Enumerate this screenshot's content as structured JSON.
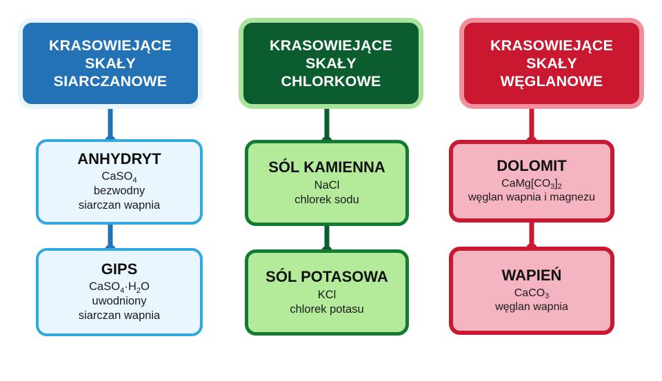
{
  "diagram": {
    "title_hidden": "",
    "columns": [
      {
        "id": "sulfate",
        "header": "KRASOWIEJĄCE SKAŁY SIARCZANOWE",
        "header_line1": "KRASOWIEJĄCE SKAŁY",
        "header_line2": "SIARCZANOWE",
        "header_color": "#2272b5",
        "header_border_color": "#eaf4fb",
        "box_fill": "#eaf6fd",
        "box_border": "#31a8e0",
        "items": [
          {
            "name": "ANHYDRYT",
            "formula_parts": [
              {
                "t": "CaSO",
                "sub": false
              },
              {
                "t": "4",
                "sub": true
              }
            ],
            "formula_text": "CaSO4",
            "desc_line1": "bezwodny",
            "desc_line2": "siarczan wapnia"
          },
          {
            "name": "GIPS",
            "formula_parts": [
              {
                "t": "CaSO",
                "sub": false
              },
              {
                "t": "4",
                "sub": true
              },
              {
                "t": "·H",
                "sub": false
              },
              {
                "t": "2",
                "sub": true
              },
              {
                "t": "O",
                "sub": false
              }
            ],
            "formula_text": "CaSO4·H2O",
            "desc_line1": "uwodniony",
            "desc_line2": "siarczan wapnia"
          }
        ]
      },
      {
        "id": "chloride",
        "header": "KRASOWIEJĄCE SKAŁY CHLORKOWE",
        "header_line1": "KRASOWIEJĄCE SKAŁY",
        "header_line2": "CHLORKOWE",
        "header_color": "#0b5c2e",
        "header_border_color": "#a9e49a",
        "box_fill": "#b4eb9a",
        "box_border": "#137a32",
        "items": [
          {
            "name": "SÓL KAMIENNA",
            "formula_parts": [
              {
                "t": "NaCl",
                "sub": false
              }
            ],
            "formula_text": "NaCl",
            "desc_line1": "chlorek sodu",
            "desc_line2": ""
          },
          {
            "name": "SÓL POTASOWA",
            "formula_parts": [
              {
                "t": "KCl",
                "sub": false
              }
            ],
            "formula_text": "KCl",
            "desc_line1": "chlorek potasu",
            "desc_line2": ""
          }
        ]
      },
      {
        "id": "carbonate",
        "header": "KRASOWIEJĄCE SKAŁY WĘGLANOWE",
        "header_line1": "KRASOWIEJĄCE SKAŁY",
        "header_line2": "WĘGLANOWE",
        "header_color": "#c9182f",
        "header_border_color": "#f0909f",
        "box_fill": "#f4b4c2",
        "box_border": "#c9182f",
        "items": [
          {
            "name": "DOLOMIT",
            "formula_parts": [
              {
                "t": "CaMg[CO",
                "sub": false
              },
              {
                "t": "3",
                "sub": true
              },
              {
                "t": "]",
                "sub": false
              },
              {
                "t": "2",
                "sub": true
              }
            ],
            "formula_text": "CaMg[CO3]2",
            "desc_line1": "węglan wapnia i magnezu",
            "desc_line2": ""
          },
          {
            "name": "WAPIEŃ",
            "formula_parts": [
              {
                "t": "CaCO",
                "sub": false
              },
              {
                "t": "3",
                "sub": true
              }
            ],
            "formula_text": "CaCO3",
            "desc_line1": "węglan wapnia",
            "desc_line2": ""
          }
        ]
      }
    ]
  }
}
